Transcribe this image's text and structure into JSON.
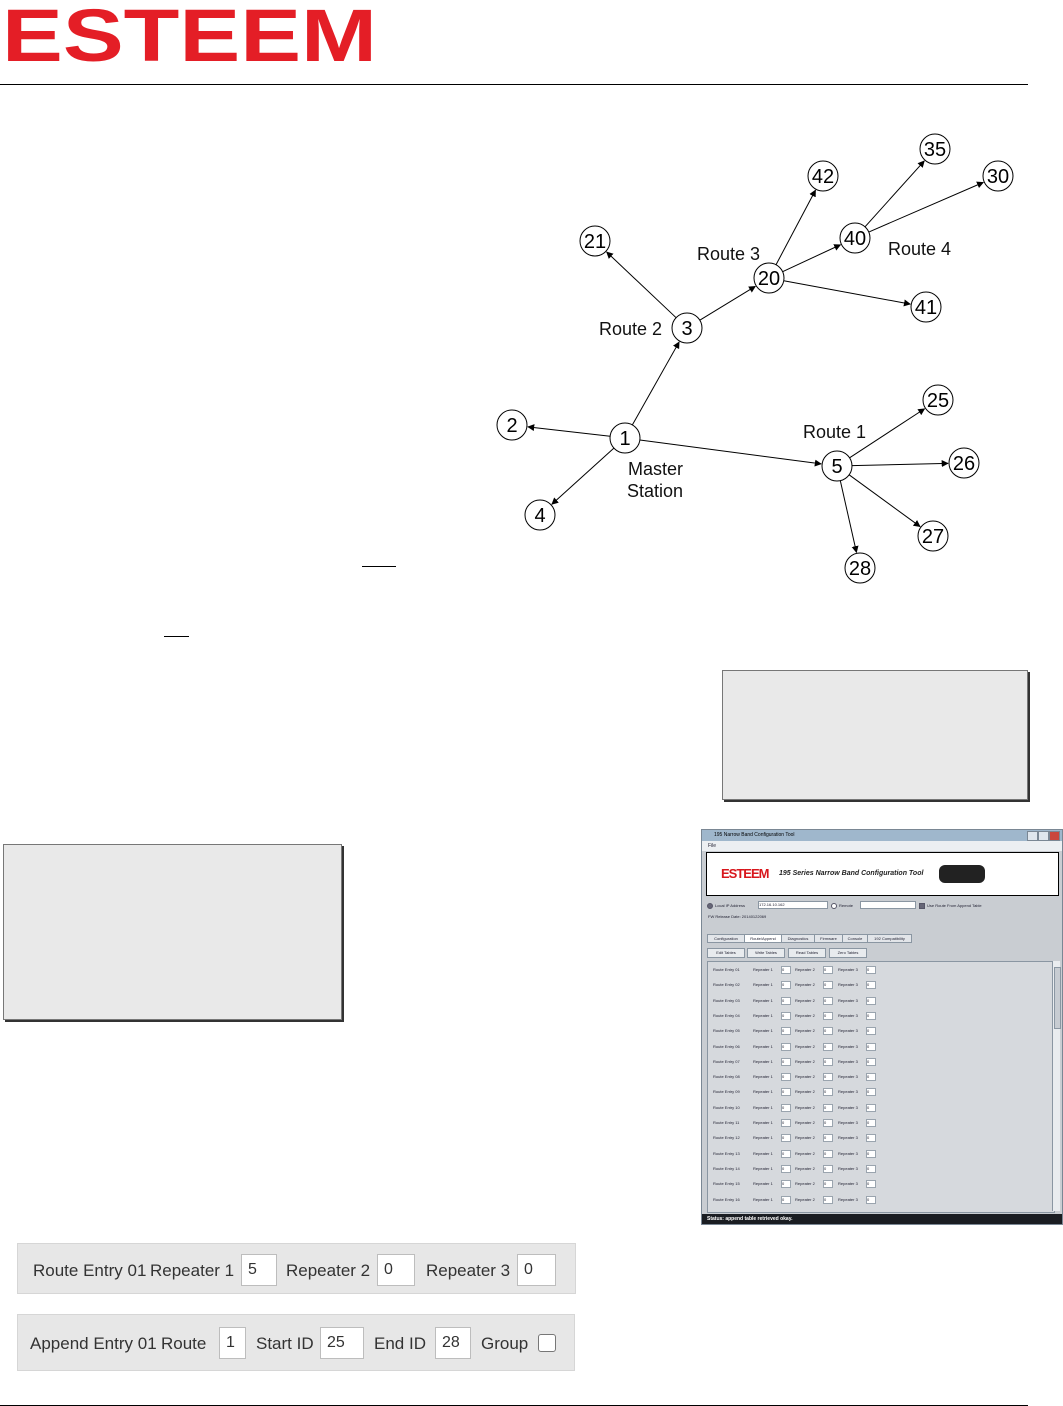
{
  "header": {
    "logo_text": "ESTEEM",
    "logo_color": "#e41e26"
  },
  "diagram": {
    "nodes": [
      {
        "id": "1",
        "label": "1"
      },
      {
        "id": "2",
        "label": "2"
      },
      {
        "id": "3",
        "label": "3"
      },
      {
        "id": "4",
        "label": "4"
      },
      {
        "id": "5",
        "label": "5"
      },
      {
        "id": "20",
        "label": "20"
      },
      {
        "id": "21",
        "label": "21"
      },
      {
        "id": "25",
        "label": "25"
      },
      {
        "id": "26",
        "label": "26"
      },
      {
        "id": "27",
        "label": "27"
      },
      {
        "id": "28",
        "label": "28"
      },
      {
        "id": "30",
        "label": "30"
      },
      {
        "id": "35",
        "label": "35"
      },
      {
        "id": "40",
        "label": "40"
      },
      {
        "id": "41",
        "label": "41"
      },
      {
        "id": "42",
        "label": "42"
      }
    ],
    "edges": [
      [
        "1",
        "2"
      ],
      [
        "1",
        "4"
      ],
      [
        "1",
        "3"
      ],
      [
        "1",
        "5"
      ],
      [
        "3",
        "21"
      ],
      [
        "3",
        "20"
      ],
      [
        "20",
        "42"
      ],
      [
        "20",
        "40"
      ],
      [
        "20",
        "41"
      ],
      [
        "40",
        "35"
      ],
      [
        "40",
        "30"
      ],
      [
        "5",
        "25"
      ],
      [
        "5",
        "26"
      ],
      [
        "5",
        "27"
      ],
      [
        "5",
        "28"
      ]
    ],
    "labels": {
      "route1": "Route 1",
      "route2": "Route 2",
      "route3": "Route 3",
      "route4": "Route 4",
      "master_line1": "Master",
      "master_line2": "Station"
    }
  },
  "tool": {
    "window_title": "195 Narrow Band Configuration Tool",
    "menu_file": "File",
    "banner_logo": "ESTEEM",
    "banner_title": "195 Series Narrow Band Configuration Tool",
    "local_ip_label": "Local IP Address",
    "local_ip_value": "172.16.10.162",
    "remote_label": "Remote",
    "use_route_label": "Use Route From Append Table",
    "fw_release": "FW Release Date: 20140122069",
    "tabs": [
      "Configuration",
      "Route/Append",
      "Diagnostics",
      "Firmware",
      "Console",
      "192 Compatibility"
    ],
    "buttons": [
      "Edit Tables",
      "Write Tables",
      "Read Tables",
      "Zero Tables"
    ],
    "rows": [
      {
        "entry": "Route Entry 01",
        "r1": "0",
        "r2": "0",
        "r3": "0"
      },
      {
        "entry": "Route Entry 02",
        "r1": "0",
        "r2": "0",
        "r3": "0"
      },
      {
        "entry": "Route Entry 03",
        "r1": "0",
        "r2": "0",
        "r3": "0"
      },
      {
        "entry": "Route Entry 04",
        "r1": "0",
        "r2": "0",
        "r3": "0"
      },
      {
        "entry": "Route Entry 05",
        "r1": "0",
        "r2": "0",
        "r3": "0"
      },
      {
        "entry": "Route Entry 06",
        "r1": "0",
        "r2": "0",
        "r3": "0"
      },
      {
        "entry": "Route Entry 07",
        "r1": "0",
        "r2": "0",
        "r3": "0"
      },
      {
        "entry": "Route Entry 08",
        "r1": "0",
        "r2": "0",
        "r3": "0"
      },
      {
        "entry": "Route Entry 09",
        "r1": "0",
        "r2": "0",
        "r3": "0"
      },
      {
        "entry": "Route Entry 10",
        "r1": "0",
        "r2": "0",
        "r3": "0"
      },
      {
        "entry": "Route Entry 11",
        "r1": "0",
        "r2": "0",
        "r3": "0"
      },
      {
        "entry": "Route Entry 12",
        "r1": "0",
        "r2": "0",
        "r3": "0"
      },
      {
        "entry": "Route Entry 13",
        "r1": "0",
        "r2": "0",
        "r3": "0"
      },
      {
        "entry": "Route Entry 14",
        "r1": "0",
        "r2": "0",
        "r3": "0"
      },
      {
        "entry": "Route Entry 15",
        "r1": "0",
        "r2": "0",
        "r3": "0"
      },
      {
        "entry": "Route Entry 16",
        "r1": "0",
        "r2": "0",
        "r3": "0"
      }
    ],
    "col_labels": {
      "r1": "Repeater 1",
      "r2": "Repeater 2",
      "r3": "Repeater 3"
    },
    "status": "Status: append table retrieved okay."
  },
  "route_strip": {
    "entry_label": "Route Entry 01",
    "rep1_label": "Repeater 1",
    "rep1_value": "5",
    "rep2_label": "Repeater 2",
    "rep2_value": "0",
    "rep3_label": "Repeater 3",
    "rep3_value": "0"
  },
  "append_strip": {
    "entry_label": "Append Entry 01",
    "route_label": "Route",
    "route_value": "1",
    "start_label": "Start ID",
    "start_value": "25",
    "end_label": "End ID",
    "end_value": "28",
    "group_label": "Group"
  }
}
